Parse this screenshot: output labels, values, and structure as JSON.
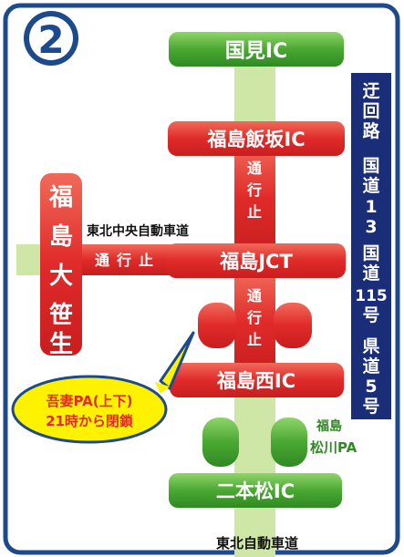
{
  "badge_number": "2",
  "interchanges": {
    "kunimi": "国見IC",
    "iizaka": "福島飯坂IC",
    "jct": "福島JCT",
    "nishi": "福島西IC",
    "nihonmatsu": "二本松IC"
  },
  "road_labels": {
    "tohoku_chuo": "東北中央自動車道",
    "tohoku": "東北自動車道"
  },
  "closed_text": "通行止",
  "toll_gate": "福島大笹生",
  "parking_areas": {
    "azuma": "吾妻PA",
    "matsukawa_line1": "福島",
    "matsukawa_line2": "松川PA"
  },
  "callout": {
    "line1": "吾妻PA(上下)",
    "line2": "21時から閉鎖"
  },
  "detour": {
    "title": "迂回路",
    "route1": "国道13号",
    "route2": "国道115号",
    "route3": "県道5号"
  },
  "colors": {
    "border": "#1c4a8c",
    "red": "#e02a2a",
    "green": "#4aa832",
    "road": "#cfe7a6",
    "navy": "#1a2d78",
    "callout_fill": "#fff200"
  }
}
